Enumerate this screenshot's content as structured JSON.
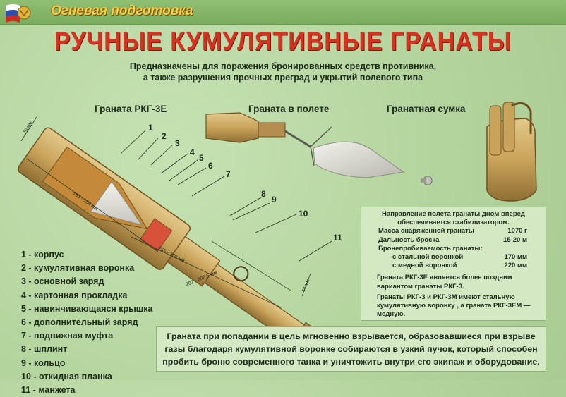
{
  "header": {
    "section_title": "Огневая подготовка",
    "emblem": "russian-flag-eagle-emblem"
  },
  "title": "РУЧНЫЕ КУМУЛЯТИВНЫЕ ГРАНАТЫ",
  "subtitle": {
    "line1": "Предназначены для поражения бронированных средств противника,",
    "line2": "а также разрушения прочных преград и укрытий полевого типа"
  },
  "figures": {
    "grenade": "Граната РКГ-3Е",
    "in_flight": "Граната в полете",
    "bag": "Гранатная сумка"
  },
  "part_numbers": [
    "1",
    "2",
    "3",
    "4",
    "5",
    "6",
    "7",
    "8",
    "9",
    "10",
    "11"
  ],
  "dimensions": {
    "d1": "70 мм",
    "d2": "153 - 154 мм",
    "d3": "255 - 260 мм",
    "d4": "202 - 206,5 мм",
    "d5": "44 мм"
  },
  "legend": [
    "1 - корпус",
    "2 - кумулятивная воронка",
    "3 - основной заряд",
    "4 - картонная прокладка",
    "5 - навинчивающаяся крышка",
    "6 - дополнительный заряд",
    "7 - подвижная муфта",
    "8 - шплинт",
    "9 - кольцо",
    "10 - откидная планка",
    "11 - манжета"
  ],
  "specs": {
    "intro": "Направление полета гранаты дном вперед",
    "intro2": "обеспечивается стабилизатором.",
    "mass_label": "Масса снаряженной гранаты",
    "mass_value": "1070 г",
    "range_label": "Дальность броска",
    "range_value": "15-20 м",
    "pen_label": "Бронепробиваемость гранаты:",
    "steel_label": "с стальной воронкой",
    "steel_value": "170 мм",
    "copper_label": "с медной воронкой",
    "copper_value": "220 мм",
    "note1a": "Граната РКГ-3Е является более поздним",
    "note1b": "вариантом гранаты РКГ-3.",
    "note2a": "Гранаты РКГ-3 и РКГ-3М имеют стальную",
    "note2b": "кумулятивную воронку , а граната РКГ-3ЕМ —",
    "note2c": "медную."
  },
  "bottom": {
    "line1": "Граната при попадании в цель мгновенно взрывается, образовавшиеся при взрыве",
    "line2": "газы благодаря кумулятивной воронке собираются в узкий пучок, который способен",
    "line3": "пробить броню современного танка и уничтожить внутри его экипаж и оборудование."
  }
}
